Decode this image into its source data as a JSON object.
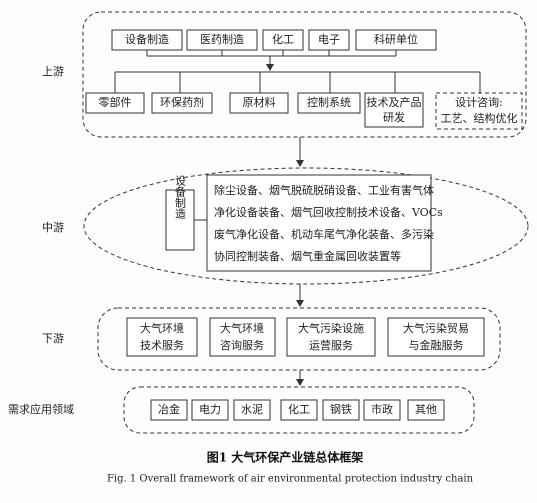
{
  "upstream": {
    "label": "上游",
    "top_row": [
      "设备制造",
      "医药制造",
      "化工",
      "电子",
      "科研单位"
    ],
    "bottom_row": [
      "零部件",
      "环保药剂",
      "原材料",
      "控制系统"
    ],
    "tech_product": [
      "技术及产品",
      "研发"
    ],
    "design_consult": [
      "设计咨询:",
      "工艺、结构优化"
    ]
  },
  "midstream": {
    "label": "中游",
    "category": "设备制造",
    "description": [
      "除尘设备、烟气脱硫脱硝设备、工业有害气体",
      "净化设备装备、烟气回收控制技术设备、VOCs",
      "废气净化设备、机动车尾气净化装备、多污染",
      "协同控制装备、烟气重金属回收装置等"
    ]
  },
  "downstream": {
    "label": "下游",
    "items": [
      [
        "大气环境",
        "技术服务"
      ],
      [
        "大气环境",
        "咨询服务"
      ],
      [
        "大气污染设施",
        "运营服务"
      ],
      [
        "大气污染贸易",
        "与金融服务"
      ]
    ]
  },
  "demand": {
    "label": "需求应用领域",
    "items": [
      "冶金",
      "电力",
      "水泥",
      "化工",
      "钢铁",
      "市政",
      "其他"
    ]
  },
  "caption": {
    "cn": "图1   大气环保产业链总体框架",
    "en": "Fig. 1    Overall framework of air environmental protection industry chain"
  }
}
